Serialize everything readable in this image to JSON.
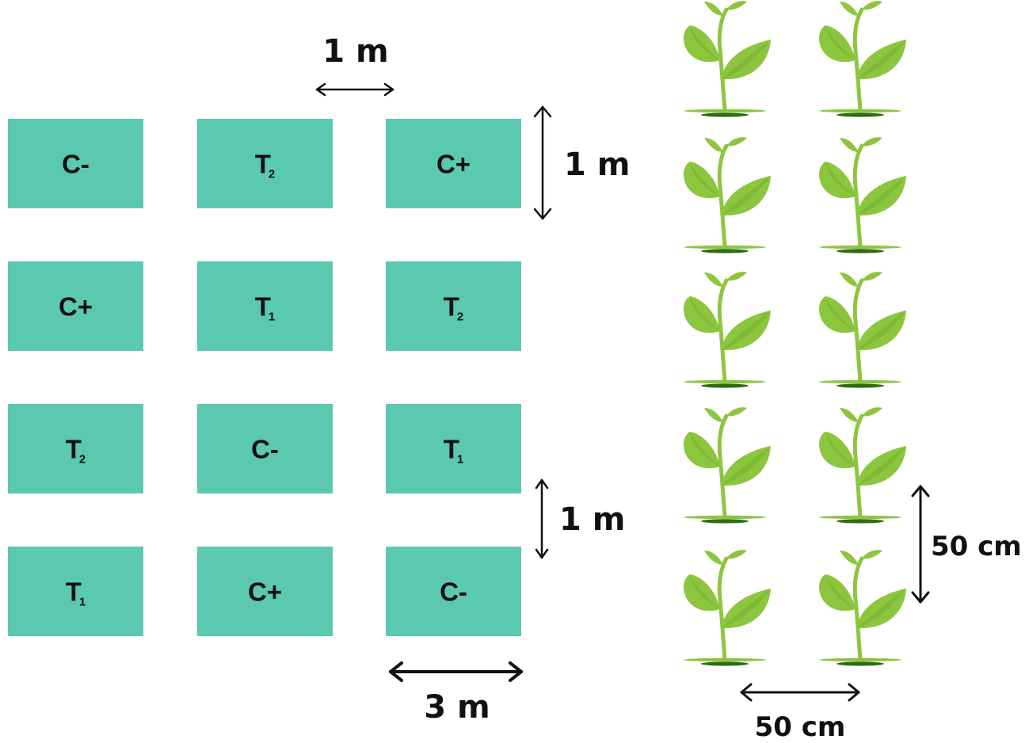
{
  "plots": [
    [
      {
        "main": "C-",
        "sub": ""
      },
      {
        "main": "T",
        "sub": "2"
      },
      {
        "main": "C+",
        "sub": ""
      }
    ],
    [
      {
        "main": "C+",
        "sub": ""
      },
      {
        "main": "T",
        "sub": "1"
      },
      {
        "main": "T",
        "sub": "2"
      }
    ],
    [
      {
        "main": "T",
        "sub": "2"
      },
      {
        "main": "C-",
        "sub": ""
      },
      {
        "main": "T",
        "sub": "1"
      }
    ],
    [
      {
        "main": "T",
        "sub": "1"
      },
      {
        "main": "C+",
        "sub": ""
      },
      {
        "main": "C-",
        "sub": ""
      }
    ]
  ],
  "dimensions": {
    "plot_gap_horizontal": "1 m",
    "plot_height": "1 m",
    "plot_gap_vertical": "1 m",
    "plot_width": "3 m",
    "plant_spacing_vertical": "50 cm",
    "plant_spacing_horizontal": "50 cm"
  },
  "plant_grid": {
    "rows": 5,
    "columns": 2,
    "icon": "seedling-icon"
  },
  "colors": {
    "plot_fill": "#5bc8b0",
    "plant_leaf_light": "#8cc63f",
    "plant_leaf_dark": "#6fa82a",
    "text": "#111111"
  }
}
